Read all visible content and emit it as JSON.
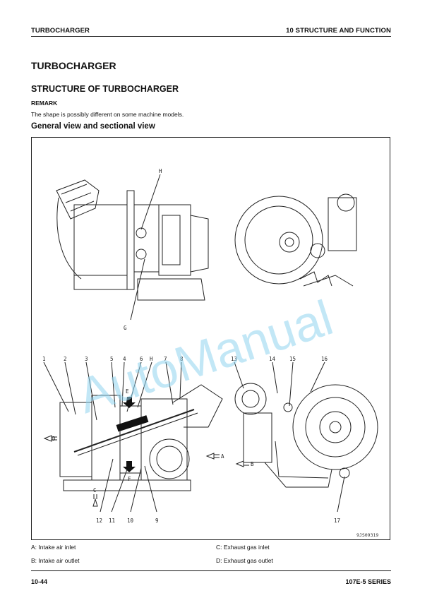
{
  "header": {
    "left": "TURBOCHARGER",
    "right": "10 STRUCTURE AND FUNCTION"
  },
  "title": "TURBOCHARGER",
  "subtitle": "STRUCTURE OF TURBOCHARGER",
  "remark_label": "REMARK",
  "remark_text": "The shape is possibly different on some machine models.",
  "figure_heading": "General view and sectional view",
  "figure": {
    "callouts_top": [
      "H",
      "G"
    ],
    "callouts_left_top": [
      "1",
      "2",
      "3",
      "5",
      "4",
      "6",
      "H",
      "7",
      "8"
    ],
    "callouts_left_bottom": [
      "12",
      "11",
      "10",
      "9"
    ],
    "callouts_right_top": [
      "13",
      "14",
      "15",
      "16"
    ],
    "callouts_right_bottom": [
      "17"
    ],
    "flow_letters": [
      "D",
      "E",
      "F",
      "C",
      "A",
      "B"
    ],
    "drawing_code": "9JS09319",
    "watermark": "AutoManual"
  },
  "legend": {
    "a": "A: Intake air inlet",
    "b": "B: Intake air outlet",
    "c": "C: Exhaust gas inlet",
    "d": "D: Exhaust gas outlet"
  },
  "footer": {
    "left": "10-44",
    "right": "107E-5 SERIES"
  }
}
